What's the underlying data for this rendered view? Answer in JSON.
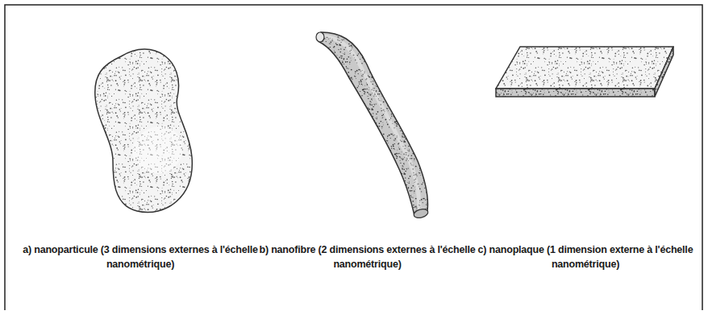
{
  "diagram": {
    "labels": [
      "a) nanoparticule (3 dimensions externes à l'échelle nanométrique)",
      "b) nanofibre (2 dimensions externes à l'échelle nanométrique)",
      "c) nanoplaque (1 dimension externe à l'échelle nanométrique)"
    ]
  }
}
